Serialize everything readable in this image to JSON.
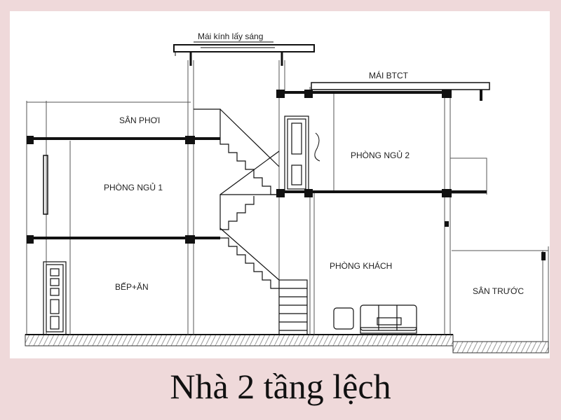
{
  "labels": {
    "roof_glass": "Mái kính lấy sáng",
    "roof_concrete": "MÁI BTCT",
    "drying_yard": "SÂN PHƠI",
    "bedroom_1": "PHÒNG NGỦ 1",
    "bedroom_2": "PHÒNG NGỦ 2",
    "kitchen_dining": "BẾP+ĂN",
    "living_room": "PHÒNG KHÁCH",
    "front_yard": "SÂN TRƯỚC"
  },
  "caption": "Nhà 2 tầng lệch",
  "colors": {
    "background": "#efd9da",
    "line": "#111111",
    "ground_hatch": "#888888"
  }
}
